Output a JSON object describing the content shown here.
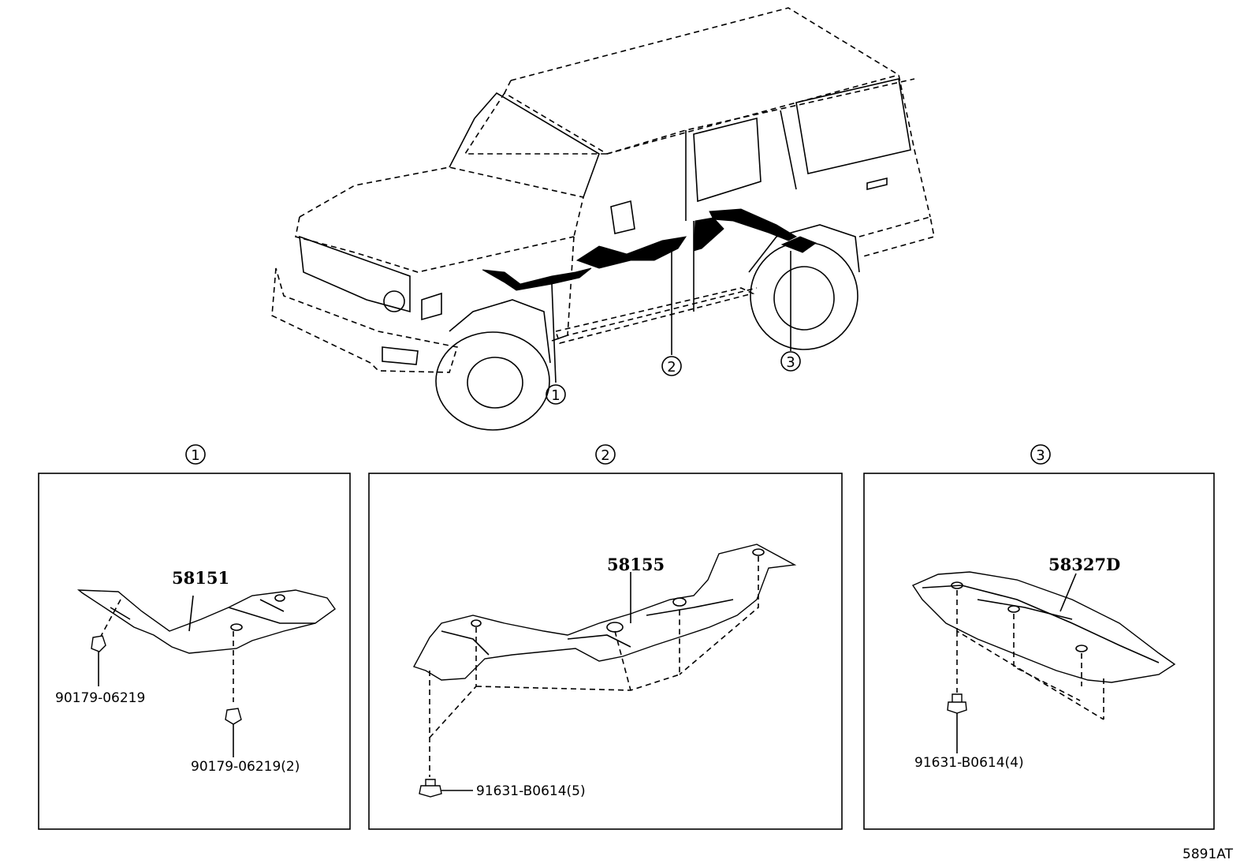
{
  "callouts": {
    "c1": "1",
    "c2": "2",
    "c3": "3"
  },
  "panels": [
    {
      "marker": "1",
      "part_number": "58151",
      "fasteners": [
        "90179-06219",
        "90179-06219(2)"
      ]
    },
    {
      "marker": "2",
      "part_number": "58155",
      "fasteners": [
        "91631-B0614(5)"
      ]
    },
    {
      "marker": "3",
      "part_number": "58327D",
      "fasteners": [
        "91631-B0614(4)"
      ]
    }
  ],
  "diagram_code": "5891AT"
}
